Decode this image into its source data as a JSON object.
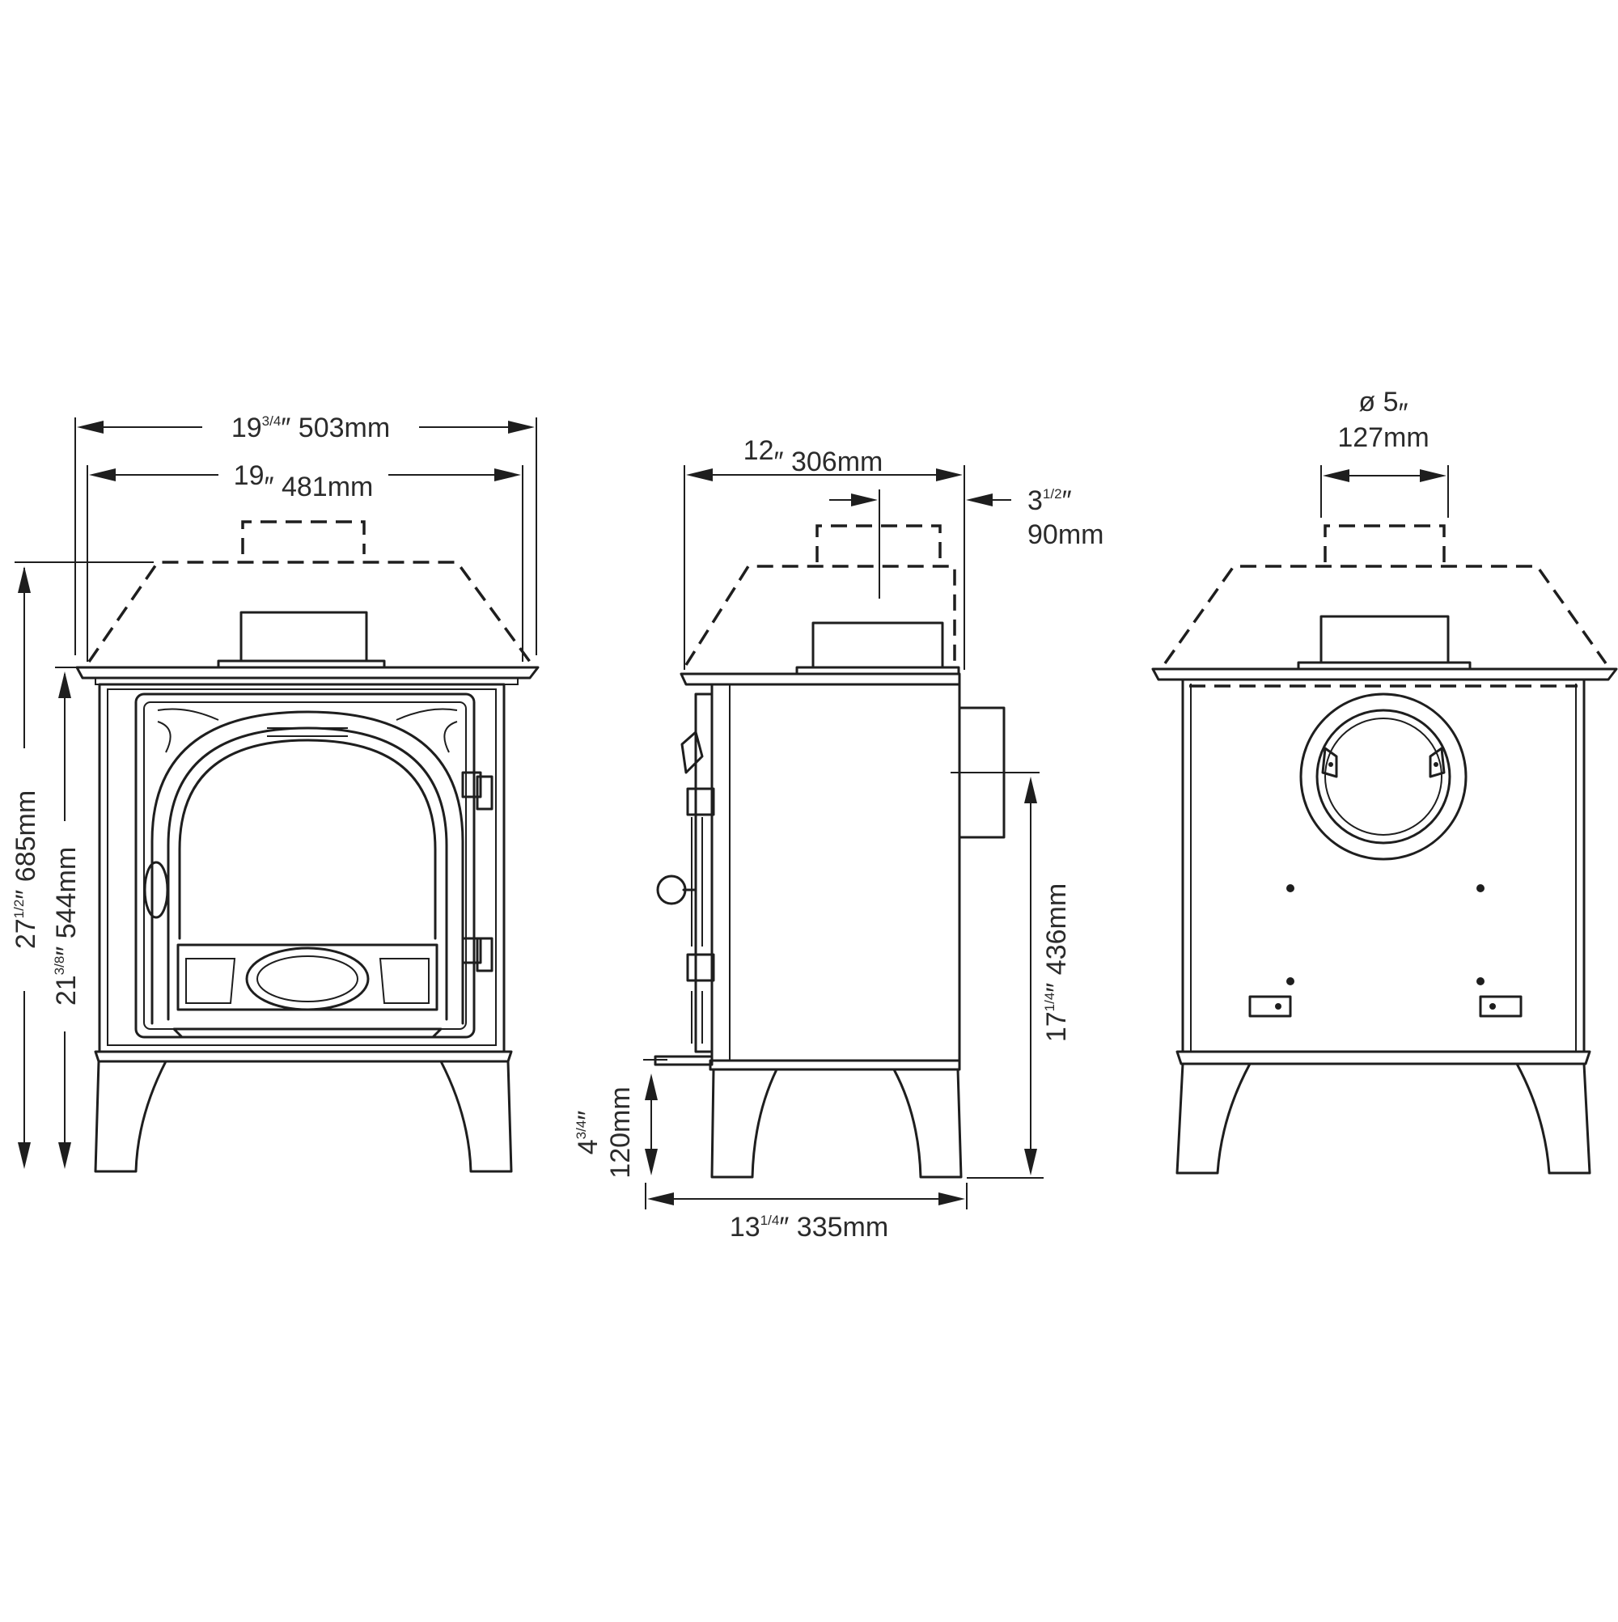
{
  "front_view": {
    "overall_width": {
      "main": "19",
      "frac": "3/4",
      "rest": "″ 503mm"
    },
    "body_width": {
      "main": "19",
      "frac": "",
      "rest": "″ 481mm"
    },
    "overall_height": {
      "main": "27",
      "frac": "1/2",
      "rest": "″ 685mm"
    },
    "body_height": {
      "main": "21",
      "frac": "3/8",
      "rest": "″ 544mm"
    }
  },
  "side_view": {
    "depth_top": {
      "main": "12",
      "frac": "",
      "rest": "″ 306mm"
    },
    "flue_offset": {
      "main": "3",
      "frac": "1/2",
      "rest": "″",
      "mm": "90mm"
    },
    "flue_center_height": {
      "main": "17",
      "frac": "1/4",
      "rest": "″ 436mm"
    },
    "leg_height": {
      "main": "4",
      "frac": "3/4",
      "rest": "″",
      "mm": "120mm"
    },
    "overall_depth": {
      "main": "13",
      "frac": "1/4",
      "rest": "″ 335mm"
    }
  },
  "rear_view": {
    "flue_diameter": {
      "main": "ø 5",
      "frac": "",
      "rest": "″",
      "mm": "127mm"
    }
  }
}
